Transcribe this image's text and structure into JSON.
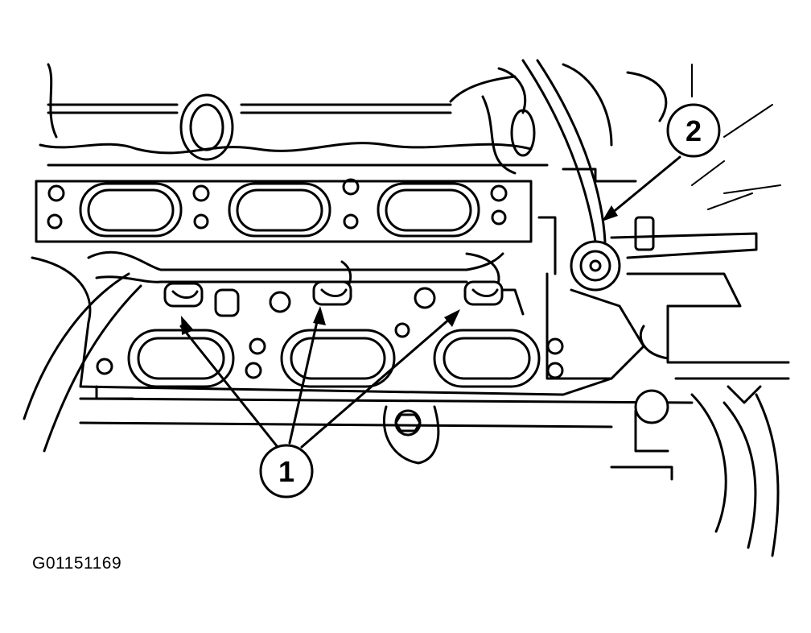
{
  "figure_id": "G01151169",
  "callouts": [
    {
      "label": "1"
    },
    {
      "label": "2"
    }
  ]
}
